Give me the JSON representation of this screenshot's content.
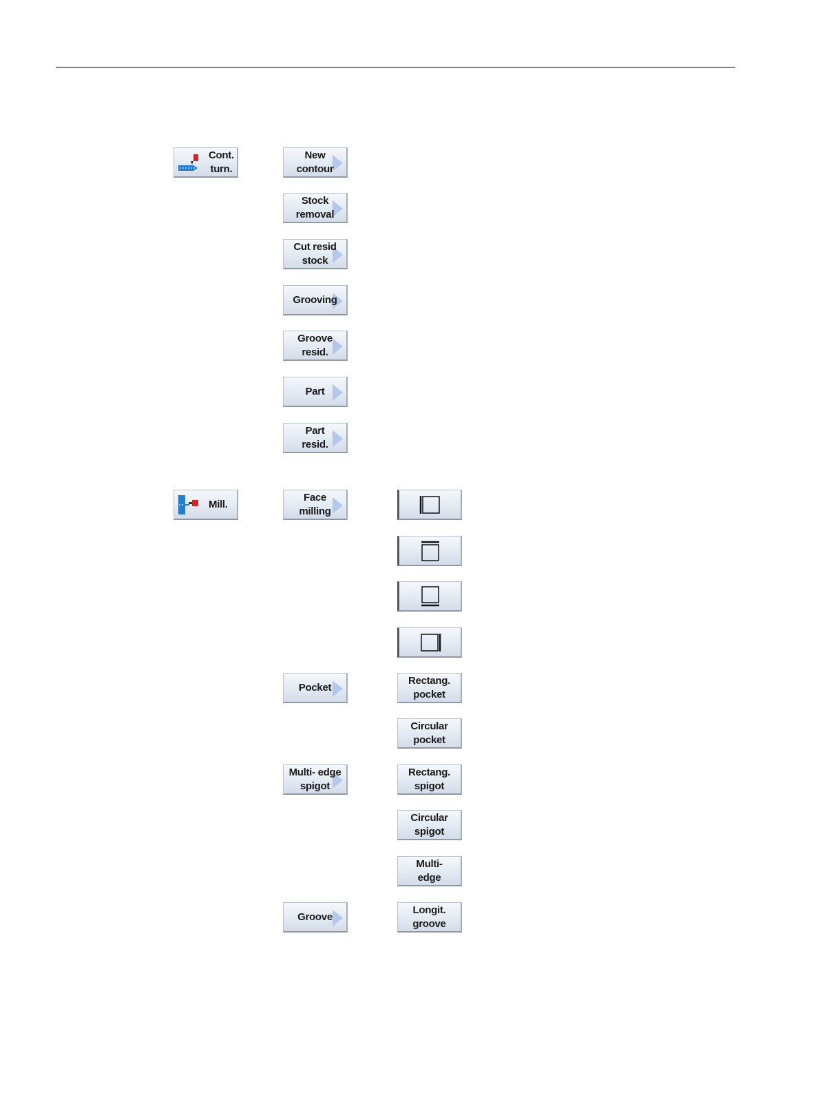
{
  "cont_turn": {
    "main_label": "Cont.\nturn.",
    "sub": [
      "New\ncontour",
      "Stock\nremoval",
      "Cut resid\nstock",
      "Grooving",
      "Groove\nresid.",
      "Part",
      "Part\nresid."
    ]
  },
  "mill": {
    "main_label": "Mill.",
    "face_milling": "Face\nmilling",
    "pocket": "Pocket",
    "multi_edge_spigot": "Multi- edge\nspigot",
    "groove": "Groove",
    "rectang_pocket": "Rectang.\npocket",
    "circular_pocket": "Circular\npocket",
    "rectang_spigot": "Rectang.\nspigot",
    "circular_spigot": "Circular\nspigot",
    "multi_edge": "Multi-\nedge",
    "longit_groove": "Longit.\ngroove"
  },
  "face_milling_icons": [
    "face-milling-direction-left-icon",
    "face-milling-direction-top-icon",
    "face-milling-direction-bottom-icon",
    "face-milling-direction-right-icon"
  ],
  "colors": {
    "softkey_top": "#f5f8fc",
    "softkey_bottom": "#d3dce8",
    "arrow": "#b4c8ec",
    "icon_blue": "#1f7fd6",
    "icon_red": "#e02020"
  }
}
